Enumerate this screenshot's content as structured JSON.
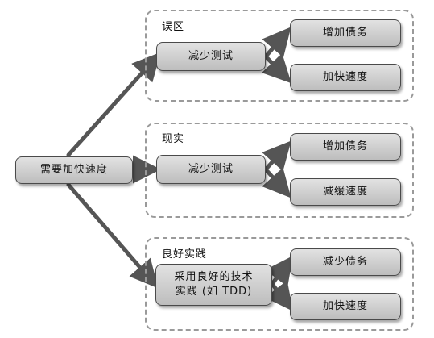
{
  "root": "需要加快速度",
  "groups": [
    {
      "label": "误区",
      "middle": "减少测试",
      "outcomes": [
        "增加债务",
        "加快速度"
      ]
    },
    {
      "label": "现实",
      "middle": "减少测试",
      "outcomes": [
        "增加债务",
        "减缓速度"
      ]
    },
    {
      "label": "良好实践",
      "middle": "采用良好的技术\n实践 (如 TDD)",
      "outcomes": [
        "减少债务",
        "加快速度"
      ]
    }
  ]
}
